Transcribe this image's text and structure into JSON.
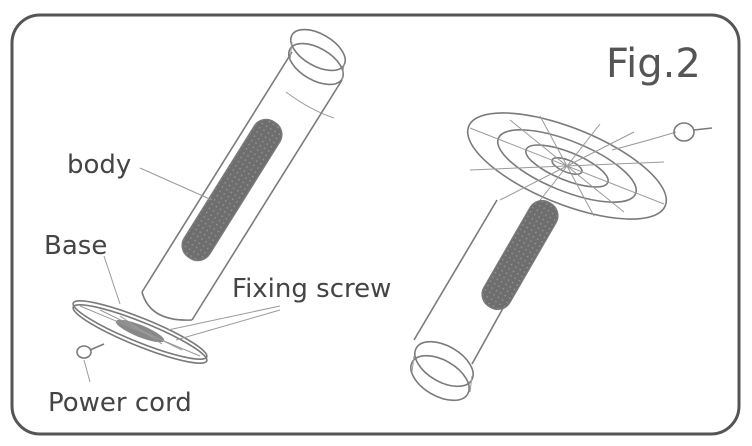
{
  "figure": {
    "title": "Fig.2",
    "labels": {
      "body": "body",
      "base": "Base",
      "fixing_screw": "Fixing screw",
      "power_cord": "Power cord"
    }
  },
  "colors": {
    "frame": "#555555",
    "line": "#7a7a7a",
    "mesh": "#6e6e6e",
    "text": "#444444"
  }
}
